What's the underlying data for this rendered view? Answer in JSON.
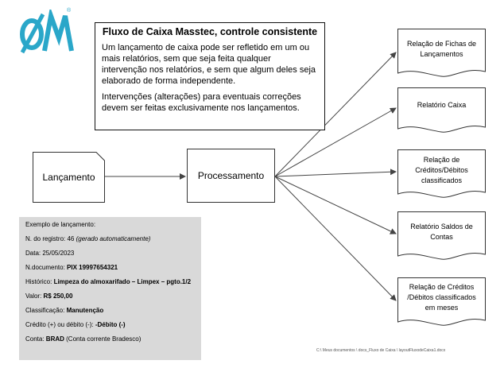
{
  "logo": {
    "text": "ØM",
    "registered": "®",
    "color": "#2aa7c9"
  },
  "info": {
    "title": "Fluxo de Caixa Masstec, controle consistente",
    "p1": "Um lançamento de caixa pode ser refletido em um ou mais relatórios, sem que seja feita qualquer intervenção nos relatórios, e sem que algum deles seja elaborado de forma independente.",
    "p2": "Intervenções (alterações) para eventuais correções devem ser feitas exclusivamente nos lançamentos."
  },
  "nodes": {
    "lancamento": "Lançamento",
    "processamento": "Processamento"
  },
  "reports": [
    "Relação de Fichas de Lançamentos",
    "Relatório Caixa",
    "Relação de Créditos/Débitos classificados",
    "Relatório Saldos de Contas",
    "Relação de Créditos /Débitos classificados em meses"
  ],
  "example": {
    "heading": "Exemplo de lançamento:",
    "registro_label": "N. do registro: ",
    "registro_value": "46",
    "registro_note": "(gerado automaticamente)",
    "data_label": "Data: ",
    "data_value": "25/05/2023",
    "documento_label": "N.documento: ",
    "documento_value": "PIX 19997654321",
    "historico_label": "Histórico: ",
    "historico_value": "Limpeza do almoxarifado – Limpex – pgto.1/2",
    "valor_label": "Valor: ",
    "valor_value": "R$ 250,00",
    "classificacao_label": "Classificação: ",
    "classificacao_value": "Manutenção",
    "credito_label": "Crédito (+)  ou débito (-): ",
    "credito_value": "-Débito (-)",
    "conta_label": "Conta: ",
    "conta_value": "BRAD",
    "conta_note": "(Conta corrente Bradesco)"
  },
  "footer_path": "C:\\ Meus documentos \\ docs_Fluxo de Caixa \\ layoutFluxodeCaixa1.docx"
}
